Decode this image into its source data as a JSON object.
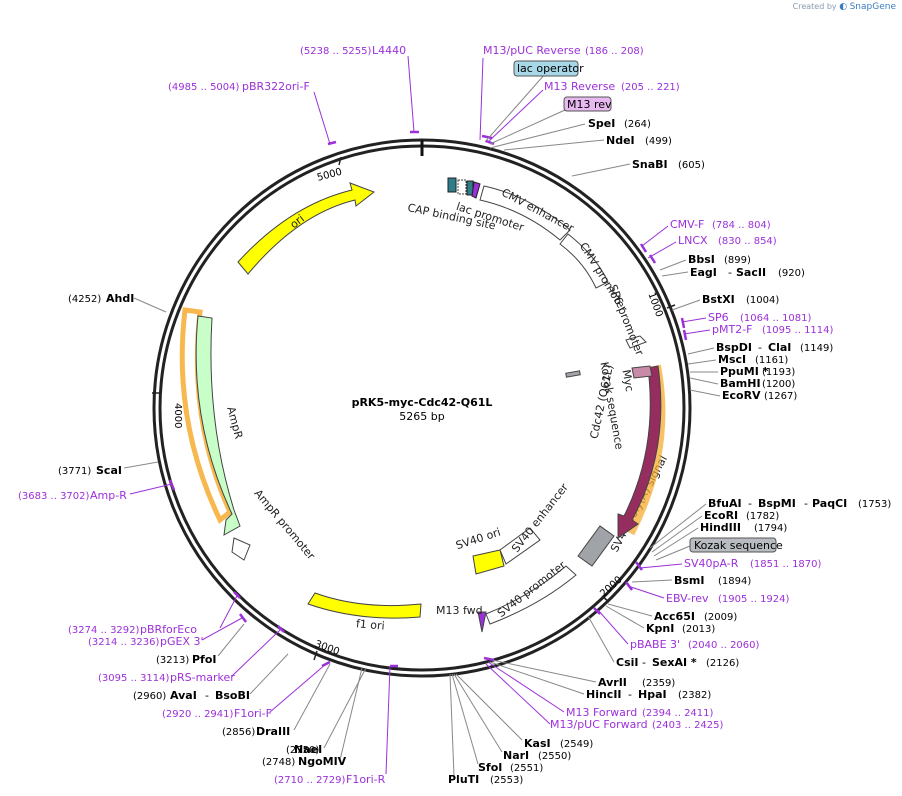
{
  "credit": {
    "prefix": "Created by",
    "brand": "SnapGene"
  },
  "plasmid": {
    "name": "pRK5-myc-Cdc42-Q61L",
    "size": "5265 bp"
  },
  "ticks": [
    "1000",
    "2000",
    "3000",
    "4000",
    "5000"
  ],
  "features": {
    "ori": "ori",
    "f1_ori": "f1 ori",
    "AmpR": "AmpR",
    "AmpR_promoter": "AmpR promoter",
    "CMV_enhancer": "CMV enhancer",
    "CMV_promoter": "CMV promoter",
    "SP6_promoter": "SP6 promoter",
    "Kozak_sequence": "Kozak sequence",
    "Myc": "Myc",
    "Cdc42": "Cdc42 (Q61L)",
    "SV40_polyA": "SV40 poly(A) signal",
    "SV40_ori": "SV40 ori",
    "SV40_enhancer": "SV40 enhancer",
    "SV40_promoter": "SV40 promoter",
    "M13_fwd": "M13 fwd",
    "lac_promoter": "lac promoter",
    "CAP_binding_site": "CAP binding site"
  },
  "callouts": {
    "lac_operator": "lac operator",
    "M13_rev": "M13 rev",
    "Kozak_sequence": "Kozak sequence"
  },
  "enzymes": [
    {
      "name": "SpeI",
      "pos": "(264)"
    },
    {
      "name": "NdeI",
      "pos": "(499)"
    },
    {
      "name": "SnaBI",
      "pos": "(605)"
    },
    {
      "name": "BbsI",
      "pos": "(899)"
    },
    {
      "name": "EagI",
      "sep": "-",
      "name2": "SacII",
      "pos": "(920)"
    },
    {
      "name": "BstXI",
      "pos": "(1004)"
    },
    {
      "name": "BspDI",
      "sep": "-",
      "name2": "ClaI",
      "pos": "(1149)"
    },
    {
      "name": "MscI",
      "pos": "(1161)"
    },
    {
      "name": "PpuMI *",
      "pos": "(1193)"
    },
    {
      "name": "BamHI",
      "pos": "(1200)"
    },
    {
      "name": "EcoRV",
      "pos": "(1267)"
    },
    {
      "name": "BfuAI",
      "sep": "-",
      "name2": "BspMI",
      "sep2": "-",
      "name3": "PaqCI",
      "pos": "(1753)"
    },
    {
      "name": "EcoRI",
      "pos": "(1782)"
    },
    {
      "name": "HindIII",
      "pos": "(1794)"
    },
    {
      "name": "BsmI",
      "pos": "(1894)"
    },
    {
      "name": "Acc65I",
      "pos": "(2009)"
    },
    {
      "name": "KpnI",
      "pos": "(2013)"
    },
    {
      "name": "CsiI",
      "sep": "-",
      "name2": "SexAI *",
      "pos": "(2126)"
    },
    {
      "name": "AvrII",
      "pos": "(2359)"
    },
    {
      "name": "HincII",
      "sep": "-",
      "name2": "HpaI",
      "pos": "(2382)"
    },
    {
      "name": "KasI",
      "pos": "(2549)"
    },
    {
      "name": "NarI",
      "pos": "(2550)"
    },
    {
      "name": "SfoI",
      "pos": "(2551)"
    },
    {
      "name": "PluTI",
      "pos": "(2553)"
    },
    {
      "name": "NaeI",
      "pos": "(2750)"
    },
    {
      "name": "NgoMIV",
      "pos": "(2748)"
    },
    {
      "name": "DraIII",
      "pos": "(2856)"
    },
    {
      "name": "AvaI",
      "sep": "-",
      "name2": "BsoBI",
      "pos": "(2960)"
    },
    {
      "name": "PfoI",
      "pos": "(3213)"
    },
    {
      "name": "ScaI",
      "pos": "(3771)"
    },
    {
      "name": "AhdI",
      "pos": "(4252)"
    }
  ],
  "primers": [
    {
      "name": "M13/pUC Reverse",
      "pos": "(186 .. 208)"
    },
    {
      "name": "M13 Reverse",
      "pos": "(205 .. 221)"
    },
    {
      "name": "L4440",
      "pos": "(5238 .. 5255)"
    },
    {
      "name": "pBR322ori-F",
      "pos": "(4985 .. 5004)"
    },
    {
      "name": "CMV-F",
      "pos": "(784 .. 804)"
    },
    {
      "name": "LNCX",
      "pos": "(830 .. 854)"
    },
    {
      "name": "SP6",
      "pos": "(1064 .. 1081)"
    },
    {
      "name": "pMT2-F",
      "pos": "(1095 .. 1114)"
    },
    {
      "name": "SV40pA-R",
      "pos": "(1851 .. 1870)"
    },
    {
      "name": "EBV-rev",
      "pos": "(1905 .. 1924)"
    },
    {
      "name": "pBABE 3'",
      "pos": "(2040 .. 2060)"
    },
    {
      "name": "M13 Forward",
      "pos": "(2394 .. 2411)"
    },
    {
      "name": "M13/pUC Forward",
      "pos": "(2403 .. 2425)"
    },
    {
      "name": "Amp-R",
      "pos": "(3683 .. 3702)"
    },
    {
      "name": "pBRforEco",
      "pos": "(3274 .. 3292)"
    },
    {
      "name": "pGEX 3'",
      "pos": "(3214 .. 3236)"
    },
    {
      "name": "pRS-marker",
      "pos": "(3095 .. 3114)"
    },
    {
      "name": "F1ori-F",
      "pos": "(2920 .. 2941)"
    },
    {
      "name": "F1ori-R",
      "pos": "(2710 .. 2729)"
    }
  ],
  "colors": {
    "backbone": "#222222",
    "primer": "#9b30d9",
    "ori": "#ffff00",
    "AmpR": "#c8ffc8",
    "Cdc42": "#952d5e",
    "SV40_polyA": "#a0a4a8",
    "highlight": "#f5a623",
    "lac_operator": "#a8d8e8",
    "M13_rev": "#e8b8f0"
  }
}
